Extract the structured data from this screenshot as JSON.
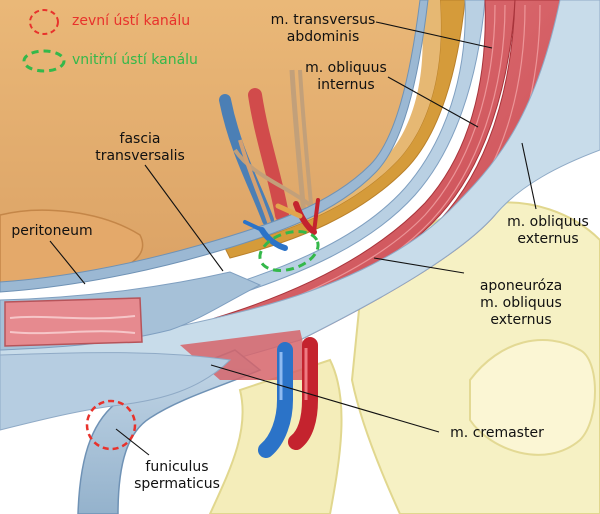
{
  "legend": [
    {
      "text": "zevní ústí kanálu",
      "color": "#e8322c"
    },
    {
      "text": "vnitřní ústí kanálu",
      "color": "#34b84a"
    }
  ],
  "labels": {
    "transversus": [
      "m. transversus",
      "abdominis"
    ],
    "obliquus_internus": [
      "m. obliquus",
      "internus"
    ],
    "fascia": [
      "fascia",
      "transversalis"
    ],
    "peritoneum": [
      "peritoneum"
    ],
    "obliquus_externus": [
      "m. obliquus",
      "externus"
    ],
    "aponeuroza": [
      "aponeuróza",
      "m. obliquus",
      "externus"
    ],
    "cremaster": [
      "m. cremaster"
    ],
    "funiculus": [
      "funiculus",
      "spermaticus"
    ]
  },
  "colors": {
    "abdomen": "#e8b273",
    "fat": "#d59b3a",
    "muscle": "#d95a60",
    "fascia": "#a8c3da",
    "bone": "#f6f1c4",
    "artery": "#c4232e",
    "vein": "#2b73c8"
  }
}
